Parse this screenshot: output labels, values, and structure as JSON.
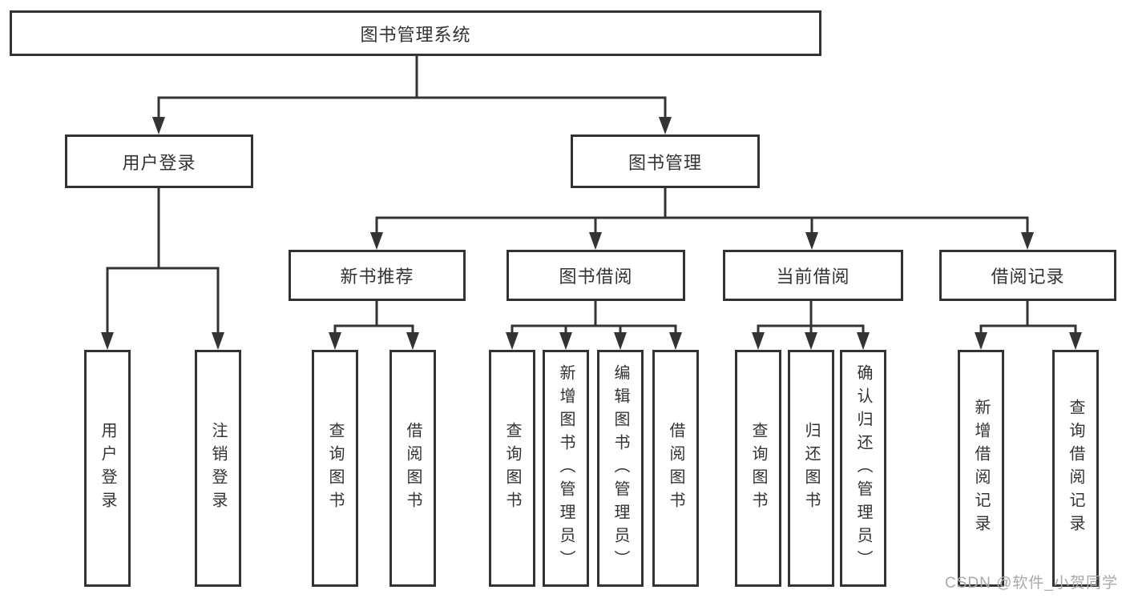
{
  "diagram": {
    "root": {
      "label": "图书管理系统"
    },
    "branches": [
      {
        "label": "用户登录",
        "leaves": [
          "用户登录",
          "注销登录"
        ]
      },
      {
        "label": "图书管理",
        "children": [
          {
            "label": "新书推荐",
            "leaves": [
              "查询图书",
              "借阅图书"
            ]
          },
          {
            "label": "图书借阅",
            "leaves": [
              "查询图书",
              "新增图书（管理员）",
              "编辑图书（管理员）",
              "借阅图书"
            ]
          },
          {
            "label": "当前借阅",
            "leaves": [
              "查询图书",
              "归还图书",
              "确认归还（管理员）"
            ]
          },
          {
            "label": "借阅记录",
            "leaves": [
              "新增借阅记录",
              "查询借阅记录"
            ]
          }
        ]
      }
    ]
  },
  "watermark": "CSDN @软件_小贺同学",
  "colors": {
    "line": "#333333",
    "text": "#333333",
    "box_background": "#ffffff",
    "watermark": "#a9a9a9",
    "page_background": "#ffffff"
  }
}
